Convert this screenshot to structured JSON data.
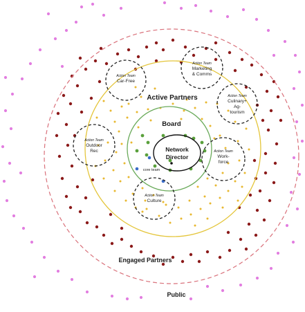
{
  "labels": {
    "public": "Public",
    "engaged": "Engaged Partners",
    "active": "Active Partners",
    "board": "Board",
    "director_line1": "Network",
    "director_line2": "Director",
    "core_team": "core team"
  },
  "action_teams": [
    {
      "header": "Action Team",
      "lines": [
        "Car-Free"
      ]
    },
    {
      "header": "Action Team",
      "lines": [
        "Marketing",
        "& Comms"
      ]
    },
    {
      "header": "Action Team",
      "lines": [
        "Culinary+",
        "Ag-",
        "tourism"
      ]
    },
    {
      "header": "Action Team",
      "lines": [
        "Outdoor",
        "Rec"
      ]
    },
    {
      "header": "Action Team",
      "lines": [
        "Work-",
        "force"
      ]
    },
    {
      "header": "Action Team",
      "lines": [
        "Culture"
      ]
    }
  ],
  "colors": {
    "public_dot": "#e27ee0",
    "engaged_dot": "#8b1a1a",
    "active_dot": "#e8b830",
    "board_dot": "#5aa03c",
    "core_dot": "#3a6cc8",
    "engaged_ring": "#d9707a",
    "active_ring": "#e4c53a",
    "board_ring": "#6aaa5a",
    "core_text": "#3a6cc8",
    "team_ring": "#222222"
  }
}
